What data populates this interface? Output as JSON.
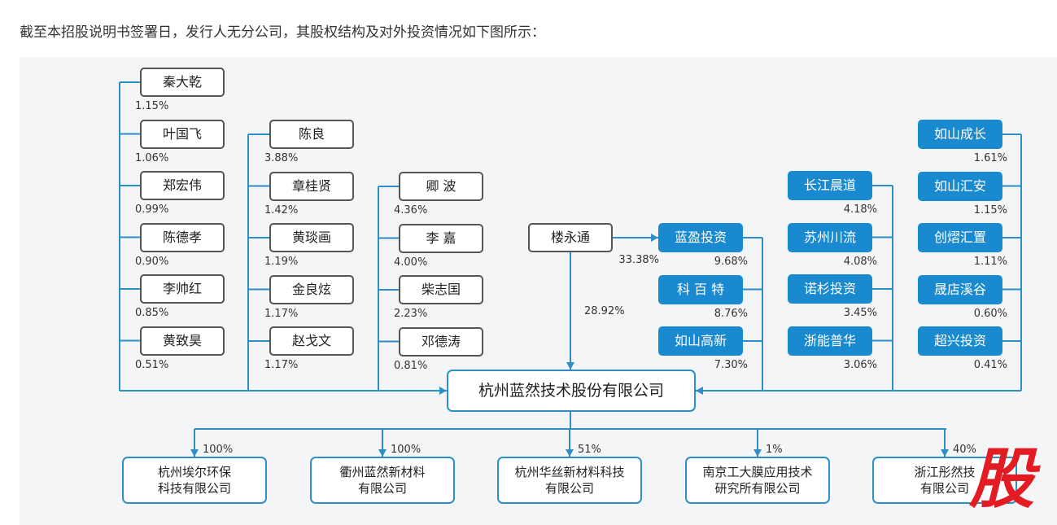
{
  "intro_text": "截至本招股说明书签署日，发行人无分公司，其股权结构及对外投资情况如下图所示：",
  "company": "杭州蓝然技术股份有限公司",
  "controller": {
    "name": "楼永通",
    "direct_pct": "28.92%",
    "via_pct": "33.38%"
  },
  "col1": [
    {
      "name": "秦大乾",
      "pct": "1.15%"
    },
    {
      "name": "叶国飞",
      "pct": "1.06%"
    },
    {
      "name": "郑宏伟",
      "pct": "0.99%"
    },
    {
      "name": "陈德孝",
      "pct": "0.90%"
    },
    {
      "name": "李帅红",
      "pct": "0.85%"
    },
    {
      "name": "黄致昊",
      "pct": "0.51%"
    }
  ],
  "col2": [
    {
      "name": "陈良",
      "pct": "3.88%"
    },
    {
      "name": "章桂贤",
      "pct": "1.42%"
    },
    {
      "name": "黄琰画",
      "pct": "1.19%"
    },
    {
      "name": "金良炫",
      "pct": "1.17%"
    },
    {
      "name": "赵戈文",
      "pct": "1.17%"
    }
  ],
  "col3": [
    {
      "name": "卿 波",
      "pct": "4.36%"
    },
    {
      "name": "李 嘉",
      "pct": "4.00%"
    },
    {
      "name": "柴志国",
      "pct": "2.23%"
    },
    {
      "name": "邓德涛",
      "pct": "0.81%"
    }
  ],
  "col4": [
    {
      "name": "蓝盈投资",
      "pct": "9.68%"
    },
    {
      "name": "科 百 特",
      "pct": "8.76%"
    },
    {
      "name": "如山高新",
      "pct": "7.30%"
    }
  ],
  "col5": [
    {
      "name": "长江晨道",
      "pct": "4.18%"
    },
    {
      "name": "苏州川流",
      "pct": "4.08%"
    },
    {
      "name": "诺杉投资",
      "pct": "3.45%"
    },
    {
      "name": "浙能普华",
      "pct": "3.06%"
    }
  ],
  "col6": [
    {
      "name": "如山成长",
      "pct": "1.61%"
    },
    {
      "name": "如山汇安",
      "pct": "1.15%"
    },
    {
      "name": "创熠汇置",
      "pct": "1.11%"
    },
    {
      "name": "晟店溪谷",
      "pct": "0.60%"
    },
    {
      "name": "超兴投资",
      "pct": "0.41%"
    }
  ],
  "subsidiaries": [
    {
      "line1": "杭州埃尔环保",
      "line2": "科技有限公司",
      "pct": "100%"
    },
    {
      "line1": "衢州蓝然新材料",
      "line2": "有限公司",
      "pct": "100%"
    },
    {
      "line1": "杭州华丝新材料科技",
      "line2": "有限公司",
      "pct": "51%"
    },
    {
      "line1": "南京工大膜应用技术",
      "line2": "研究所有限公司",
      "pct": "1%"
    },
    {
      "line1": "浙江彤然技",
      "line2": "有限公司",
      "pct": "40%"
    }
  ],
  "watermark": "股",
  "colors": {
    "line": "#2e8fc8",
    "investor_fill": "#1a8ad0",
    "person_border": "#555555",
    "watermark": "#e31c23"
  }
}
